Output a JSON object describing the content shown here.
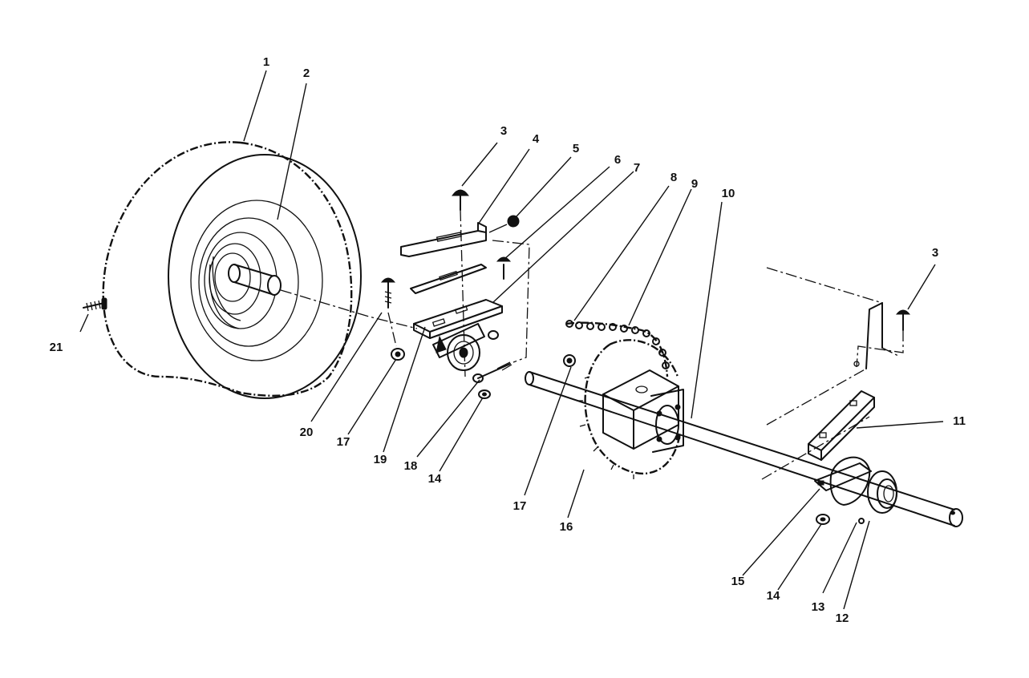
{
  "callouts": [
    {
      "id": "c1",
      "label": "1"
    },
    {
      "id": "c2",
      "label": "2"
    },
    {
      "id": "c3a",
      "label": "3"
    },
    {
      "id": "c3b",
      "label": "3"
    },
    {
      "id": "c4",
      "label": "4"
    },
    {
      "id": "c5",
      "label": "5"
    },
    {
      "id": "c6",
      "label": "6"
    },
    {
      "id": "c7",
      "label": "7"
    },
    {
      "id": "c8",
      "label": "8"
    },
    {
      "id": "c9",
      "label": "9"
    },
    {
      "id": "c10",
      "label": "10"
    },
    {
      "id": "c11",
      "label": "11"
    },
    {
      "id": "c12",
      "label": "12"
    },
    {
      "id": "c13",
      "label": "13"
    },
    {
      "id": "c14a",
      "label": "14"
    },
    {
      "id": "c14b",
      "label": "14"
    },
    {
      "id": "c15",
      "label": "15"
    },
    {
      "id": "c16",
      "label": "16"
    },
    {
      "id": "c17a",
      "label": "17"
    },
    {
      "id": "c17b",
      "label": "17"
    },
    {
      "id": "c18",
      "label": "18"
    },
    {
      "id": "c19",
      "label": "19"
    },
    {
      "id": "c20",
      "label": "20"
    },
    {
      "id": "c21",
      "label": "21"
    }
  ]
}
